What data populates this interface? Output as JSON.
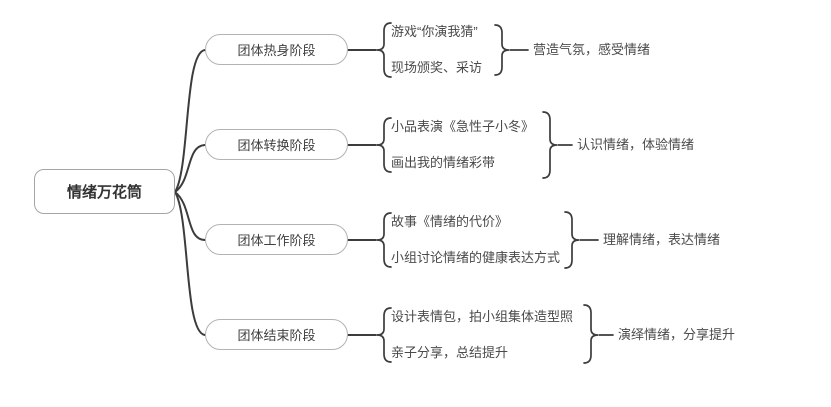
{
  "root": {
    "label": "情绪万花筒"
  },
  "branches": [
    {
      "stage": "团体热身阶段",
      "items": [
        "游戏“你演我猜”",
        "现场颁奖、采访"
      ],
      "outcome": "营造气氛，感受情绪"
    },
    {
      "stage": "团体转换阶段",
      "items": [
        "小品表演《急性子小冬》",
        "画出我的情绪彩带"
      ],
      "outcome": "认识情绪，体验情绪"
    },
    {
      "stage": "团体工作阶段",
      "items": [
        "故事《情绪的代价》",
        "小组讨论情绪的健康表达方式"
      ],
      "outcome": "理解情绪，表达情绪"
    },
    {
      "stage": "团体结束阶段",
      "items": [
        "设计表情包，拍小组集体造型照",
        "亲子分享，总结提升"
      ],
      "outcome": "演绎情绪，分享提升"
    }
  ],
  "colors": {
    "line": "#3c3c3c",
    "node_border": "#b3b3b3",
    "text": "#4a4a4a",
    "background": "#ffffff"
  }
}
